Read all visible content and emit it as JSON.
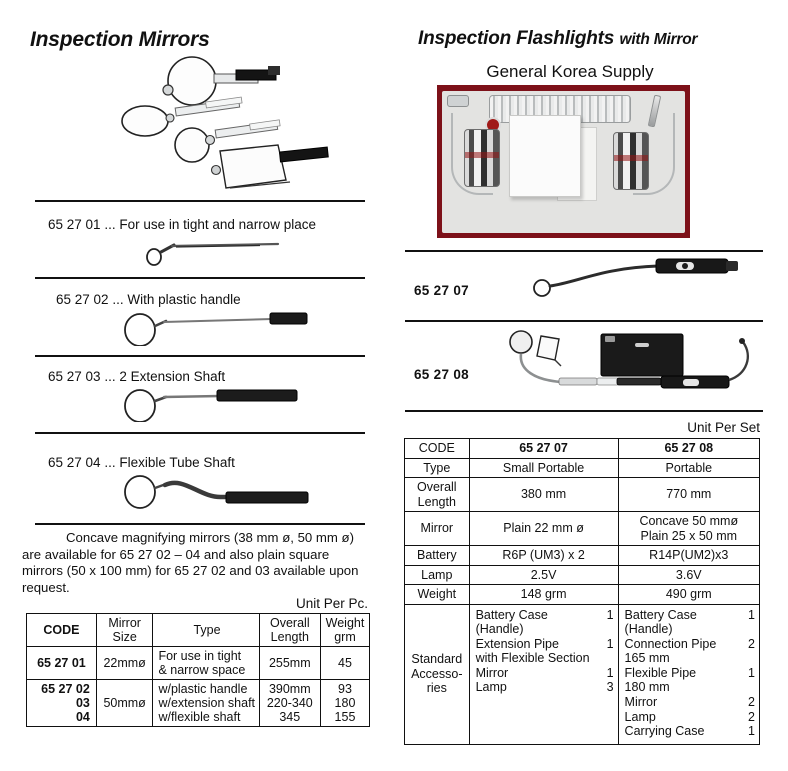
{
  "left": {
    "title": "Inspection Mirrors",
    "hero_caption_icon": "inspection-mirrors-photo",
    "products": [
      {
        "code": "65 27 01",
        "sep": "...",
        "desc": "For use in tight and narrow place"
      },
      {
        "code": "65 27 02",
        "sep": "...",
        "desc": "With plastic handle"
      },
      {
        "code": "65 27 03",
        "sep": "...",
        "desc": "2 Extension Shaft"
      },
      {
        "code": "65 27 04",
        "sep": "...",
        "desc": "Flexible Tube Shaft"
      }
    ],
    "note": "Concave magnifying mirrors (38 mm ø, 50 mm ø) are available for 65 27 02 – 04 and also plain square mirrors (50 x 100 mm) for 65 27 02 and 03 available upon request.",
    "unit_label": "Unit Per Pc.",
    "table": {
      "headers": [
        "CODE",
        "Mirror Size",
        "Type",
        "Overall Length",
        "Weight grm"
      ],
      "headers_split": [
        [
          "CODE",
          ""
        ],
        [
          "Mirror",
          "Size"
        ],
        [
          "Type",
          ""
        ],
        [
          "Overall",
          "Length"
        ],
        [
          "Weight",
          "grm"
        ]
      ],
      "rows": [
        {
          "code": [
            "65 27 01"
          ],
          "size": "22mmø",
          "type": [
            "For use in tight",
            "& narrow space"
          ],
          "length": [
            "255mm"
          ],
          "weight": [
            "45"
          ]
        },
        {
          "code": [
            "65 27 02",
            "03",
            "04"
          ],
          "size": "50mmø",
          "type": [
            "w/plastic handle",
            "w/extension shaft",
            "w/flexible shaft"
          ],
          "length": [
            "390mm",
            "220-340",
            "345"
          ],
          "weight": [
            "93",
            "180",
            "155"
          ]
        }
      ]
    }
  },
  "right": {
    "title_main": "Inspection Flashlights",
    "title_sub": "with Mirror",
    "brand": "General Korea Supply",
    "photo_alt": "flashlight-kit-photo",
    "products": [
      {
        "code": "65 27 07"
      },
      {
        "code": "65 27 08"
      }
    ],
    "unit_label": "Unit Per Set",
    "table": {
      "rows": [
        {
          "label": "CODE",
          "v7": [
            "65 27 07"
          ],
          "v8": [
            "65 27 08"
          ],
          "bold": true
        },
        {
          "label": "Type",
          "v7": [
            "Small Portable"
          ],
          "v8": [
            "Portable"
          ]
        },
        {
          "label": "Overall Length",
          "label_lines": [
            "Overall",
            "Length"
          ],
          "v7": [
            "380 mm"
          ],
          "v8": [
            "770 mm"
          ]
        },
        {
          "label": "Mirror",
          "v7": [
            "Plain 22 mm ø"
          ],
          "v8": [
            "Concave 50 mmø",
            "Plain 25 x 50 mm"
          ]
        },
        {
          "label": "Battery",
          "v7": [
            "R6P (UM3) x 2"
          ],
          "v8": [
            "R14P(UM2)x3"
          ]
        },
        {
          "label": "Lamp",
          "v7": [
            "2.5V"
          ],
          "v8": [
            "3.6V"
          ]
        },
        {
          "label": "Weight",
          "v7": [
            "148 grm"
          ],
          "v8": [
            "490 grm"
          ]
        }
      ],
      "accessories_label_lines": [
        "Standard",
        "Accesso-",
        "ries"
      ],
      "accessories_7": [
        {
          "name": "Battery Case",
          "qty": "1"
        },
        {
          "name": "(Handle)",
          "qty": ""
        },
        {
          "name": "Extension Pipe",
          "qty": "1"
        },
        {
          "name": "with Flexible Section",
          "qty": ""
        },
        {
          "name": "Mirror",
          "qty": "1"
        },
        {
          "name": "Lamp",
          "qty": "3"
        }
      ],
      "accessories_8": [
        {
          "name": "Battery Case",
          "qty": "1"
        },
        {
          "name": "(Handle)",
          "qty": ""
        },
        {
          "name": "Connection Pipe",
          "qty": "2"
        },
        {
          "name": "165 mm",
          "qty": ""
        },
        {
          "name": "Flexible Pipe",
          "qty": "1"
        },
        {
          "name": "180 mm",
          "qty": ""
        },
        {
          "name": "Mirror",
          "qty": "2"
        },
        {
          "name": "Lamp",
          "qty": "2"
        },
        {
          "name": "Carrying Case",
          "qty": "1"
        }
      ]
    }
  },
  "colors": {
    "ink": "#111111",
    "paper": "#ffffff",
    "photo_case": "#7d1119",
    "photo_foam": "#e3e3e1",
    "chrome": "#c9cccd"
  }
}
